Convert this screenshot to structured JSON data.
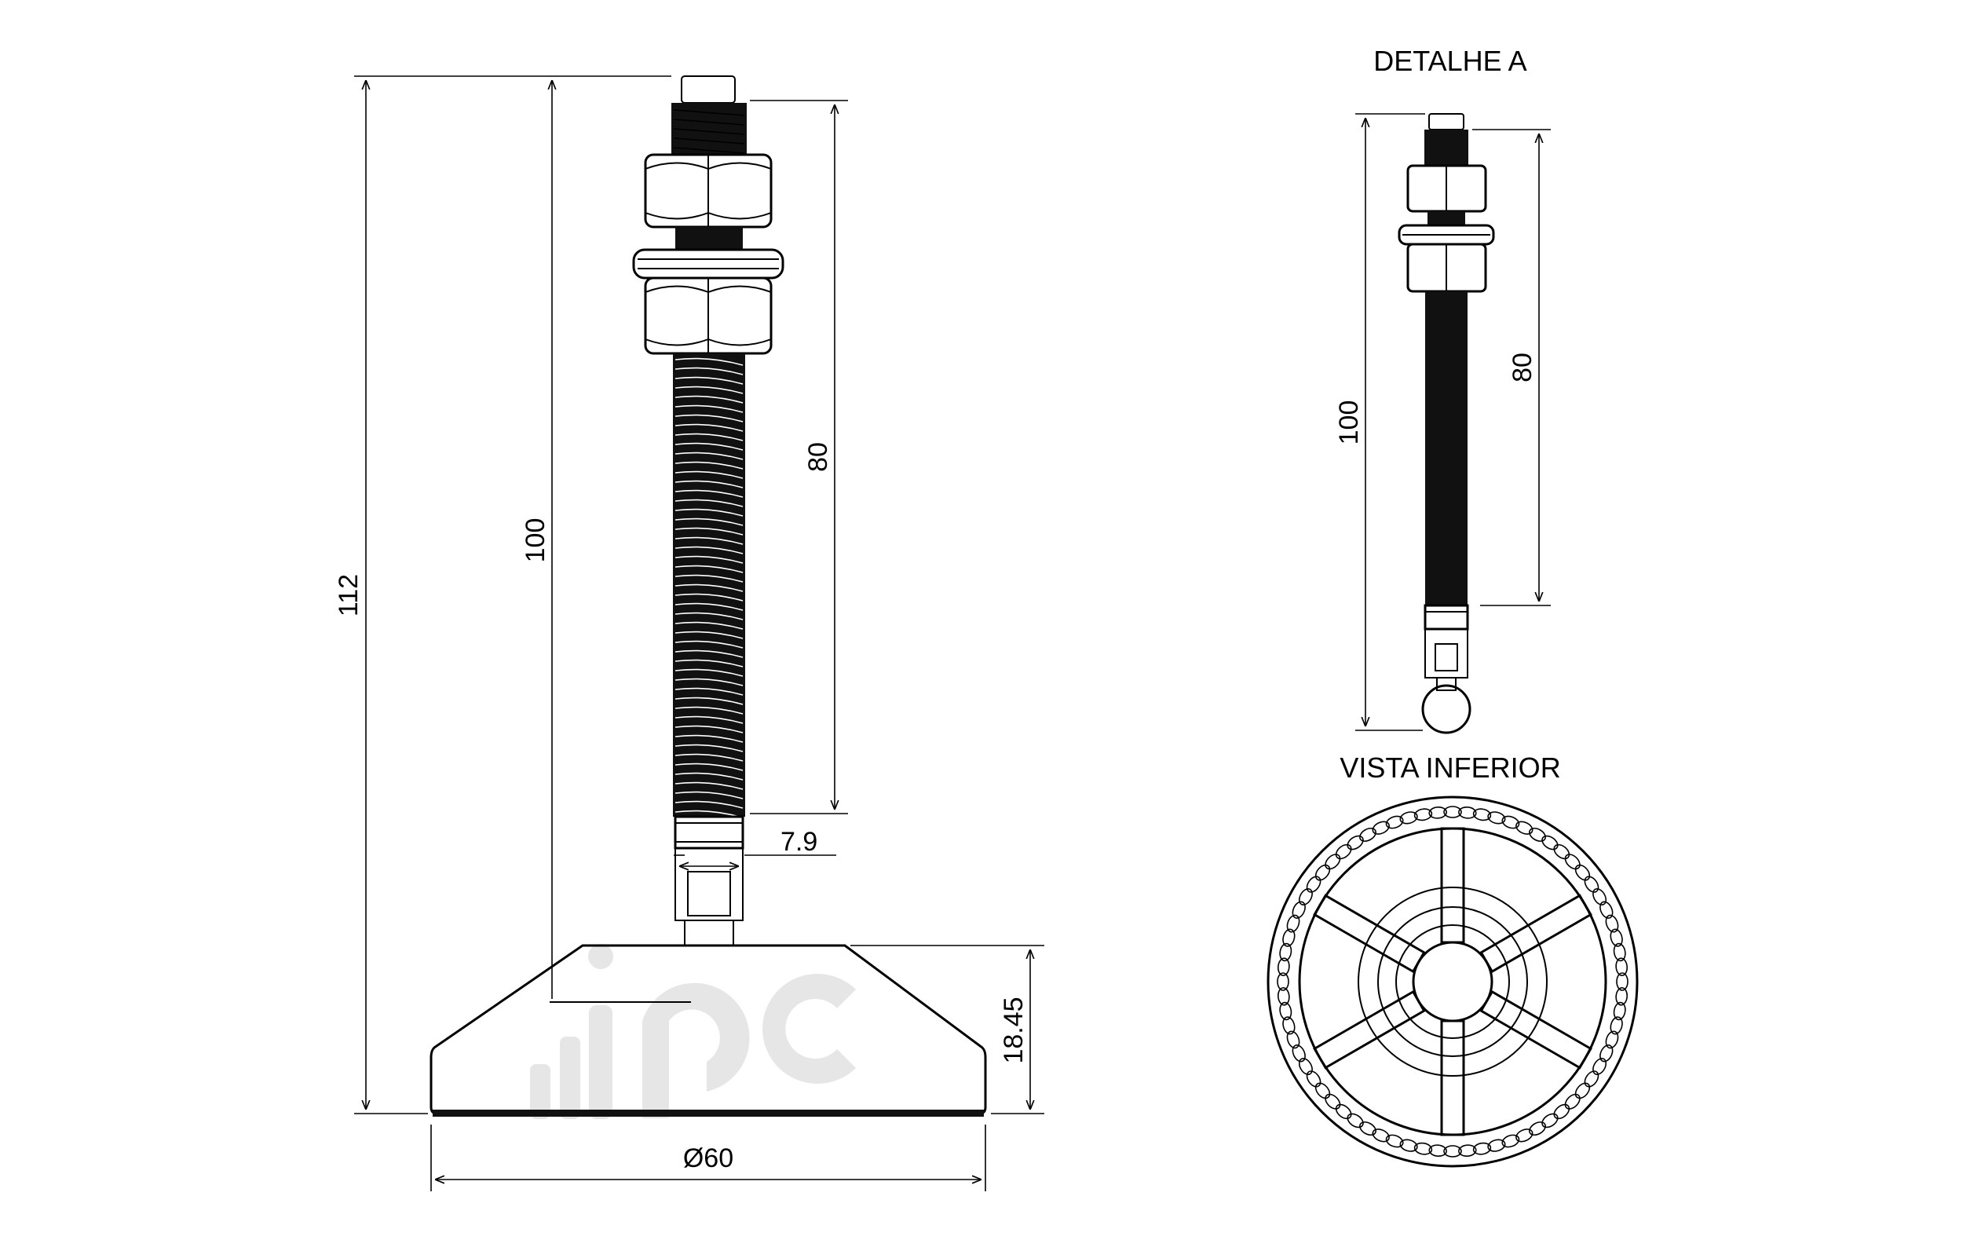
{
  "labels": {
    "detail_title": "DETALHE A",
    "bottom_view_title": "VISTA INFERIOR"
  },
  "dimensions": {
    "overall_height": "112",
    "stem_height": "100",
    "thread_length": "80",
    "neck_width": "7.9",
    "base_height": "18.45",
    "base_diameter": "Ø60"
  },
  "detail_dimensions": {
    "stem_height": "100",
    "thread_length": "80"
  },
  "watermark": "ipc",
  "colors": {
    "line": "#000000",
    "background": "#ffffff",
    "watermark": "#e6e6e6"
  }
}
